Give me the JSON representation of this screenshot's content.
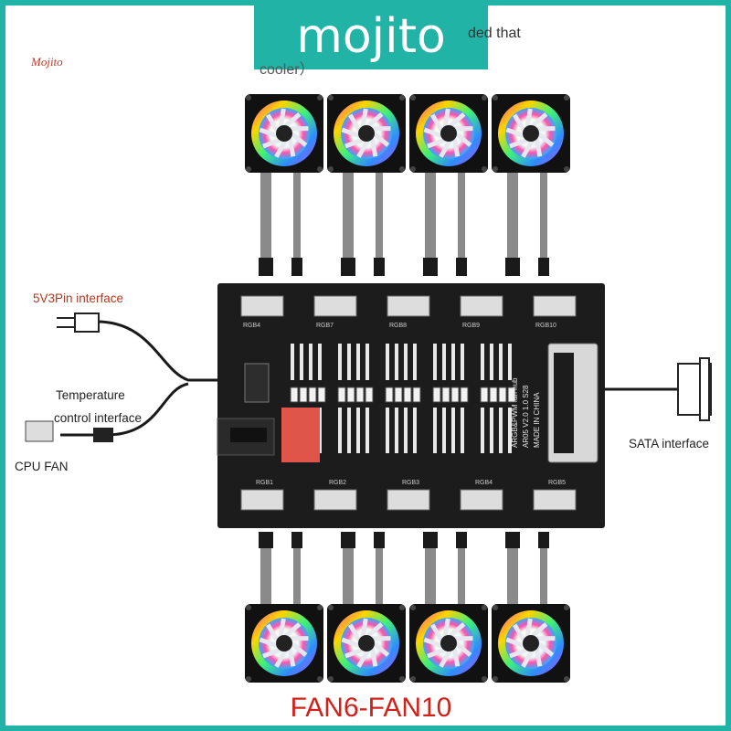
{
  "banner": {
    "text": "mojito"
  },
  "watermark": {
    "text": "Mojito"
  },
  "top_text": {
    "line1": "ded that",
    "line2": "cooler）"
  },
  "labels": {
    "v3pin": "5V3Pin interface",
    "temperature": "Temperature",
    "temp_control": "control interface",
    "cpu_fan": "CPU FAN",
    "sata": "SATA interface"
  },
  "board": {
    "rows_top": [
      "RGB4",
      "RGB7",
      "RGB8",
      "RGB9",
      "RGB10"
    ],
    "rows_bottom": [
      "RGB1",
      "RGB2",
      "RGB3",
      "RGB4",
      "RGB5"
    ],
    "print_lines": [
      "ARGB&PWM fan hub",
      "AR05 V2.0 1.0 S28",
      "MADE IN CHINA"
    ]
  },
  "bottom_title": "FAN6-FAN10",
  "colors": {
    "banner": "#20b3a6",
    "title_red": "#d0221a",
    "board": "#1c1c1c",
    "connector_red": "#e0554a"
  }
}
